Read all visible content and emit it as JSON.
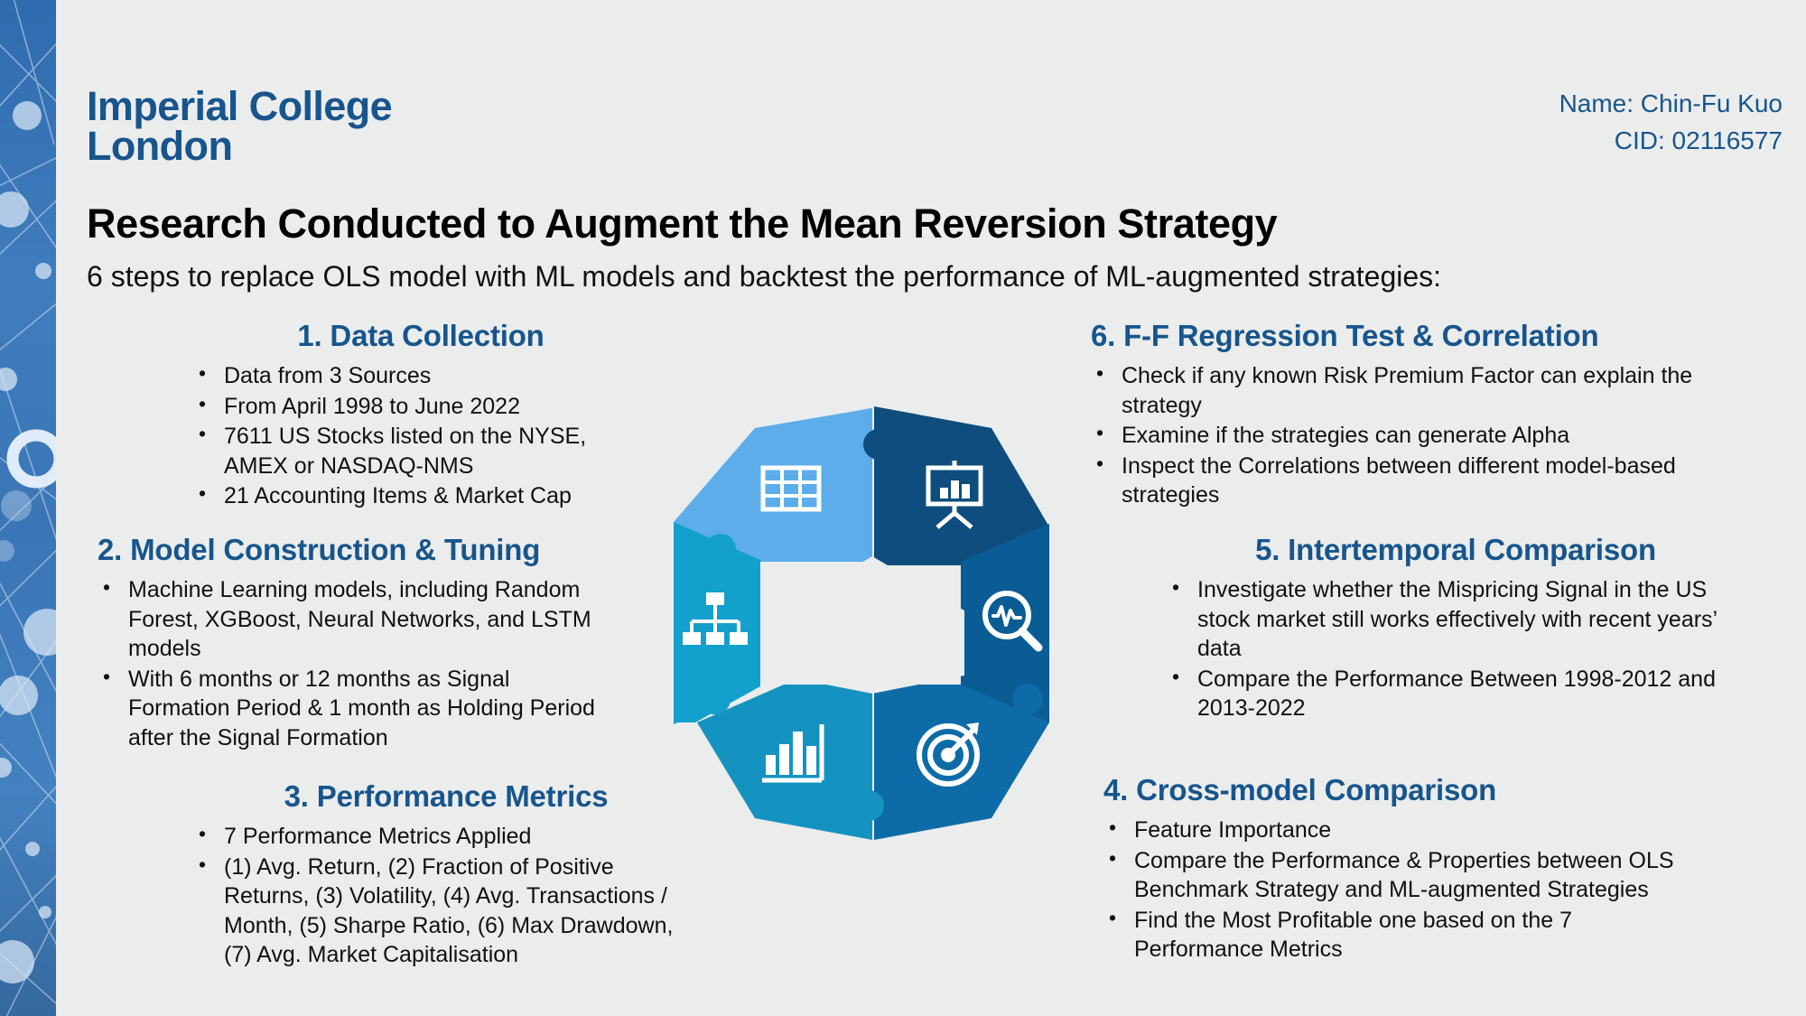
{
  "logo": {
    "text": "Imperial College\nLondon"
  },
  "meta": {
    "name": "Name: Chin-Fu Kuo",
    "cid": "CID: 02116577"
  },
  "header": {
    "title": "Research Conducted to Augment the Mean Reversion Strategy",
    "subtitle": "6 steps to replace OLS model with ML models and backtest the performance of ML-augmented strategies:"
  },
  "colors": {
    "accent_blue": "#17558c",
    "background": "#ebecec",
    "seg_data_collection": "#5cade9",
    "seg_model_construction": "#14a0cc",
    "seg_performance_metrics": "#1593c0",
    "seg_cross_model": "#0d6ca8",
    "seg_intertemporal": "#0a5c94",
    "seg_regression": "#0e4d7d",
    "strip_blue": "#3d7cbc"
  },
  "steps": [
    {
      "id": 1,
      "heading": "1. Data Collection",
      "icon": "table-grid-icon",
      "color": "#5cade9",
      "bullets": [
        "Data from 3 Sources",
        "From April 1998 to June 2022",
        "7611 US Stocks listed on the NYSE, AMEX or NASDAQ-NMS",
        "21 Accounting Items & Market Cap"
      ]
    },
    {
      "id": 2,
      "heading": "2. Model Construction & Tuning",
      "icon": "hierarchy-icon",
      "color": "#14a0cc",
      "bullets": [
        "Machine Learning models, including Random Forest, XGBoost, Neural Networks, and LSTM models",
        "With 6 months or 12 months as Signal Formation Period & 1 month as Holding Period after the Signal Formation"
      ]
    },
    {
      "id": 3,
      "heading": "3. Performance Metrics",
      "icon": "bar-chart-icon",
      "color": "#1593c0",
      "bullets": [
        "7 Performance Metrics Applied",
        "(1) Avg. Return, (2) Fraction of Positive Returns, (3) Volatility, (4) Avg. Transactions / Month, (5) Sharpe Ratio, (6) Max Drawdown, (7) Avg. Market Capitalisation"
      ]
    },
    {
      "id": 4,
      "heading": "4. Cross-model Comparison",
      "icon": "target-icon",
      "color": "#0d6ca8",
      "bullets": [
        "Feature Importance",
        "Compare the Performance & Properties between OLS Benchmark Strategy and ML-augmented Strategies",
        "Find the Most Profitable one based on the 7 Performance Metrics"
      ]
    },
    {
      "id": 5,
      "heading": "5. Intertemporal Comparison",
      "icon": "magnifier-pulse-icon",
      "color": "#0a5c94",
      "bullets": [
        "Investigate whether the Mispricing Signal in the US stock market still works effectively with recent years’ data",
        "Compare the Performance Between 1998-2012 and 2013-2022"
      ]
    },
    {
      "id": 6,
      "heading": "6. F-F Regression Test & Correlation",
      "icon": "presentation-chart-icon",
      "color": "#0e4d7d",
      "bullets": [
        "Check if any known Risk Premium Factor can explain the strategy",
        "Examine if the strategies can generate Alpha",
        "Inspect the Correlations between different model-based strategies"
      ]
    }
  ]
}
